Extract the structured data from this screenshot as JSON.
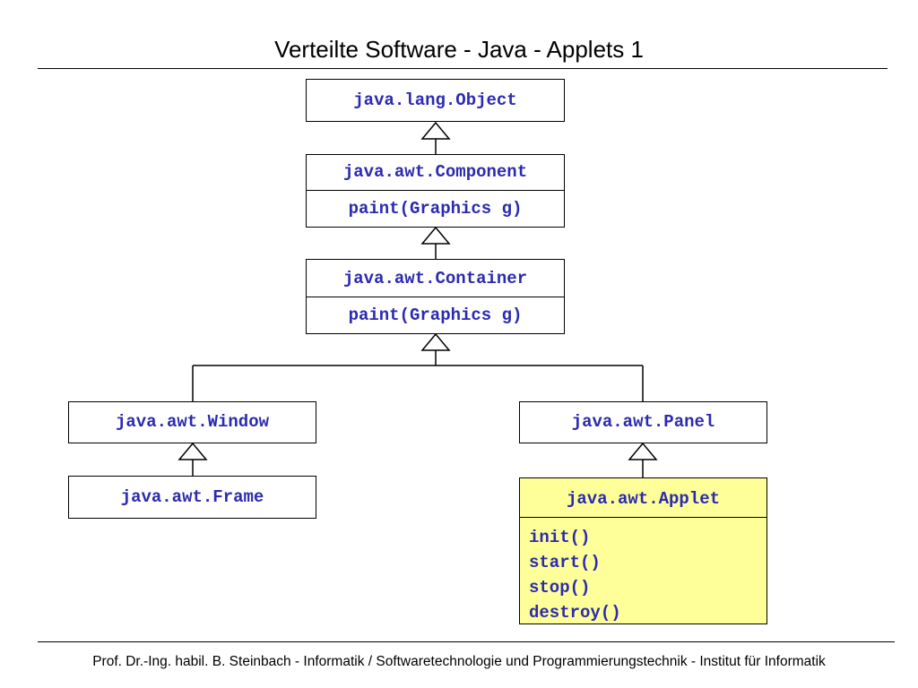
{
  "slide": {
    "title": "Verteilte Software - Java - Applets 1",
    "footer": "Prof. Dr.-Ing. habil. B. Steinbach - Informatik / Softwaretechnologie und Programmierungstechnik - Institut für Informatik"
  },
  "diagram": {
    "object": {
      "name": "java.lang.Object"
    },
    "component": {
      "name": "java.awt.Component",
      "method": "paint(Graphics g)"
    },
    "container": {
      "name": "java.awt.Container",
      "method": "paint(Graphics g)"
    },
    "window": {
      "name": "java.awt.Window"
    },
    "frame": {
      "name": "java.awt.Frame"
    },
    "panel": {
      "name": "java.awt.Panel"
    },
    "applet": {
      "name": "java.awt.Applet",
      "methods": [
        "init()",
        "start()",
        "stop()",
        "destroy()"
      ],
      "highlight_color": "#ffff99"
    },
    "text_color": "#2b2bb0",
    "relation": "inheritance-arrow"
  }
}
